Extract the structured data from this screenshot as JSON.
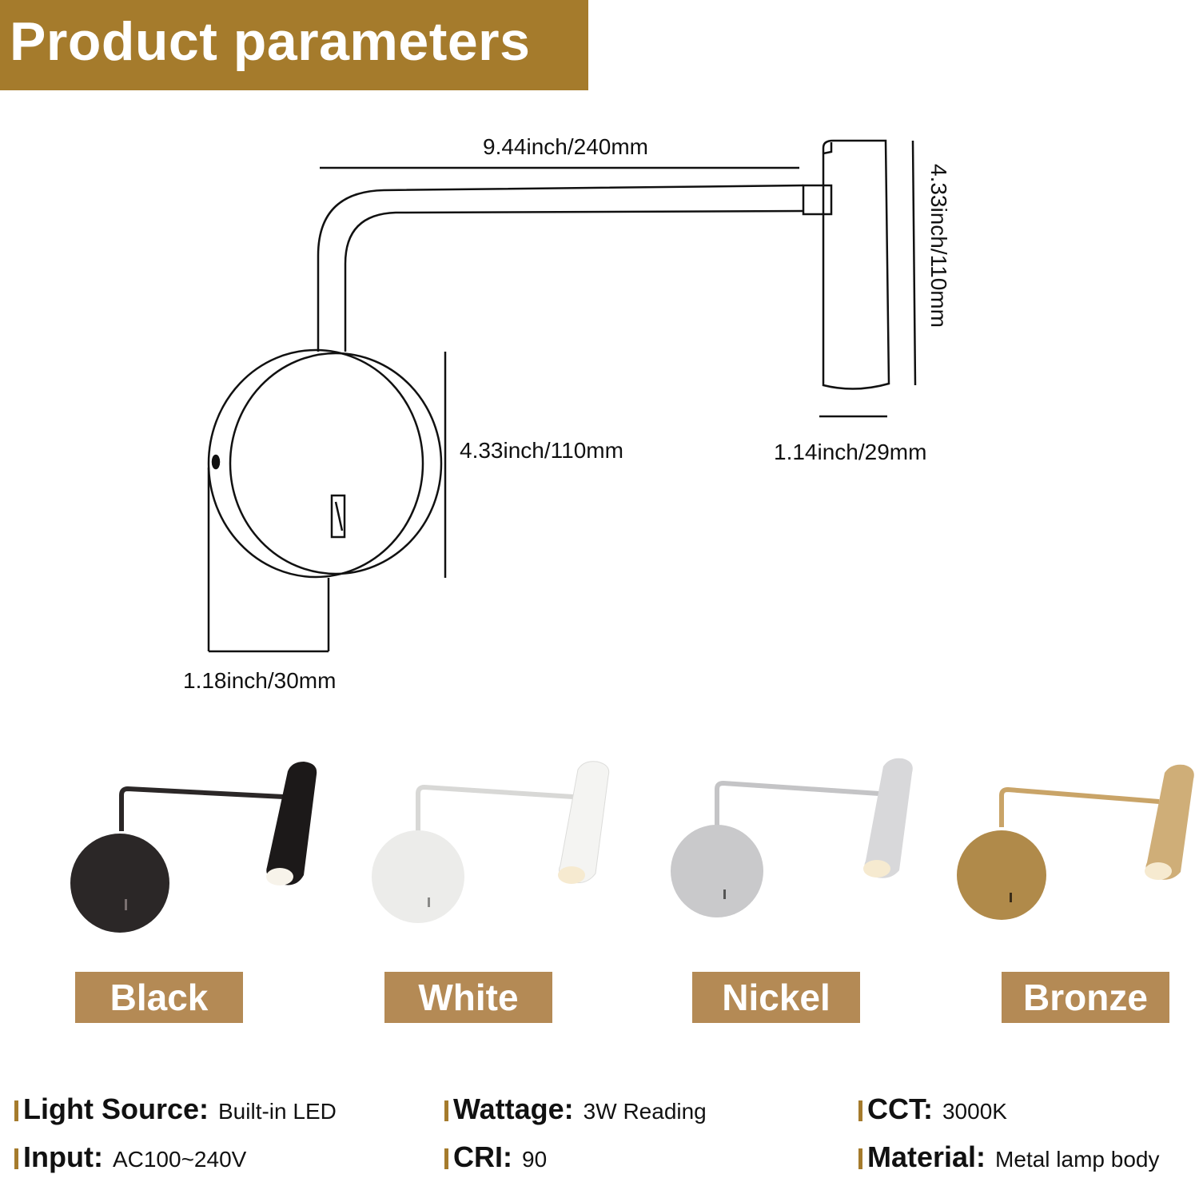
{
  "header": {
    "title": "Product parameters"
  },
  "diagram": {
    "arm_length": "9.44inch/240mm",
    "head_height": "4.33inch/110mm",
    "base_diameter": "4.33inch/110mm",
    "head_width": "1.14inch/29mm",
    "base_depth": "1.18inch/30mm"
  },
  "colors": [
    {
      "label": "Black",
      "body": "#2b2727",
      "arm": "#2b2727",
      "shade": "#1c1919"
    },
    {
      "label": "White",
      "body": "#ececea",
      "arm": "#e6e6e4",
      "shade": "#f4f4f2"
    },
    {
      "label": "Nickel",
      "body": "#c9c9cb",
      "arm": "#c4c4c6",
      "shade": "#d8d8da"
    },
    {
      "label": "Bronze",
      "body": "#b08a4a",
      "arm": "#c9a468",
      "shade": "#cfae78"
    }
  ],
  "specs": {
    "light_source": {
      "key": "Light Source:",
      "value": "Built-in LED"
    },
    "wattage": {
      "key": "Wattage:",
      "value": "3W Reading"
    },
    "cct": {
      "key": "CCT:",
      "value": "3000K"
    },
    "input": {
      "key": "Input:",
      "value": "AC100~240V"
    },
    "cri": {
      "key": "CRI:",
      "value": "90"
    },
    "material": {
      "key": "Material:",
      "value": "Metal lamp body"
    }
  },
  "theme": {
    "accent": "#a57b2c",
    "badge": "#b48a55"
  }
}
